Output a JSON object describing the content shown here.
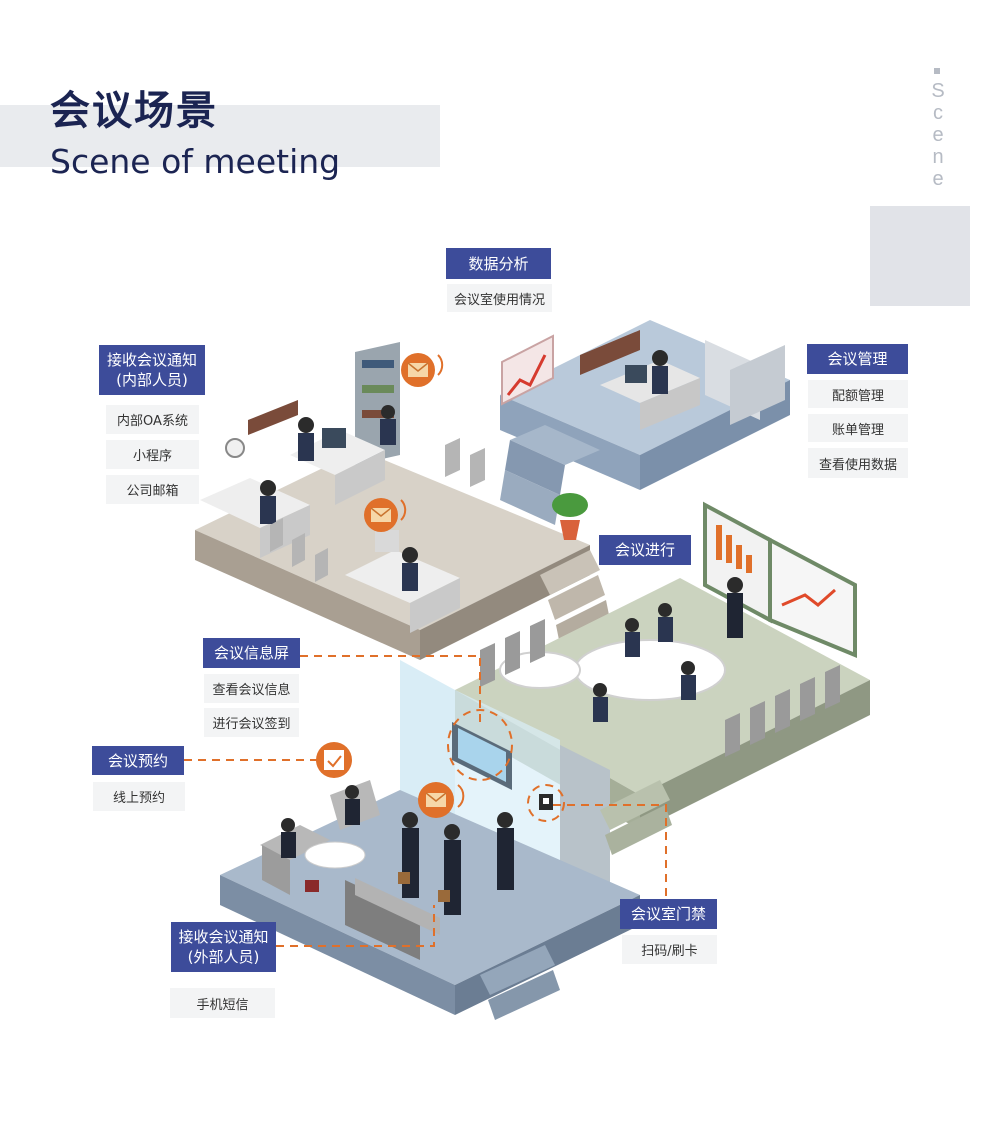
{
  "header": {
    "title_cn": "会议场景",
    "title_en": "Scene of meeting",
    "side_word": [
      "S",
      "c",
      "e",
      "n",
      "e"
    ]
  },
  "labels": {
    "data_analysis": {
      "title": "数据分析",
      "items": [
        "会议室使用情况"
      ]
    },
    "receive_internal": {
      "title_line1": "接收会议通知",
      "title_line2": "(内部人员)",
      "items": [
        "内部OA系统",
        "小程序",
        "公司邮箱"
      ]
    },
    "meeting_management": {
      "title": "会议管理",
      "items": [
        "配额管理",
        "账单管理",
        "查看使用数据"
      ]
    },
    "meeting_in_progress": {
      "title": "会议进行"
    },
    "info_screen": {
      "title": "会议信息屏",
      "items": [
        "查看会议信息",
        "进行会议签到"
      ]
    },
    "booking": {
      "title": "会议预约",
      "items": [
        "线上预约"
      ]
    },
    "access_control": {
      "title": "会议室门禁",
      "items": [
        "扫码/刷卡"
      ]
    },
    "receive_external": {
      "title_line1": "接收会议通知",
      "title_line2": "(外部人员)",
      "items": [
        "手机短信"
      ]
    }
  },
  "colors": {
    "tag_bg": "#3d4c9a",
    "title": "#1b2452",
    "dash": "#e0702a",
    "office_floor": "#d8d2c8",
    "mgmt_floor": "#b5c6d8",
    "meeting_floor": "#cbd3bf",
    "lobby_floor": "#a9b9cb"
  },
  "icons": [
    "mail-icon",
    "calendar-check-icon",
    "chart-icon",
    "plant-icon",
    "clock-icon",
    "qr-reader-icon"
  ]
}
